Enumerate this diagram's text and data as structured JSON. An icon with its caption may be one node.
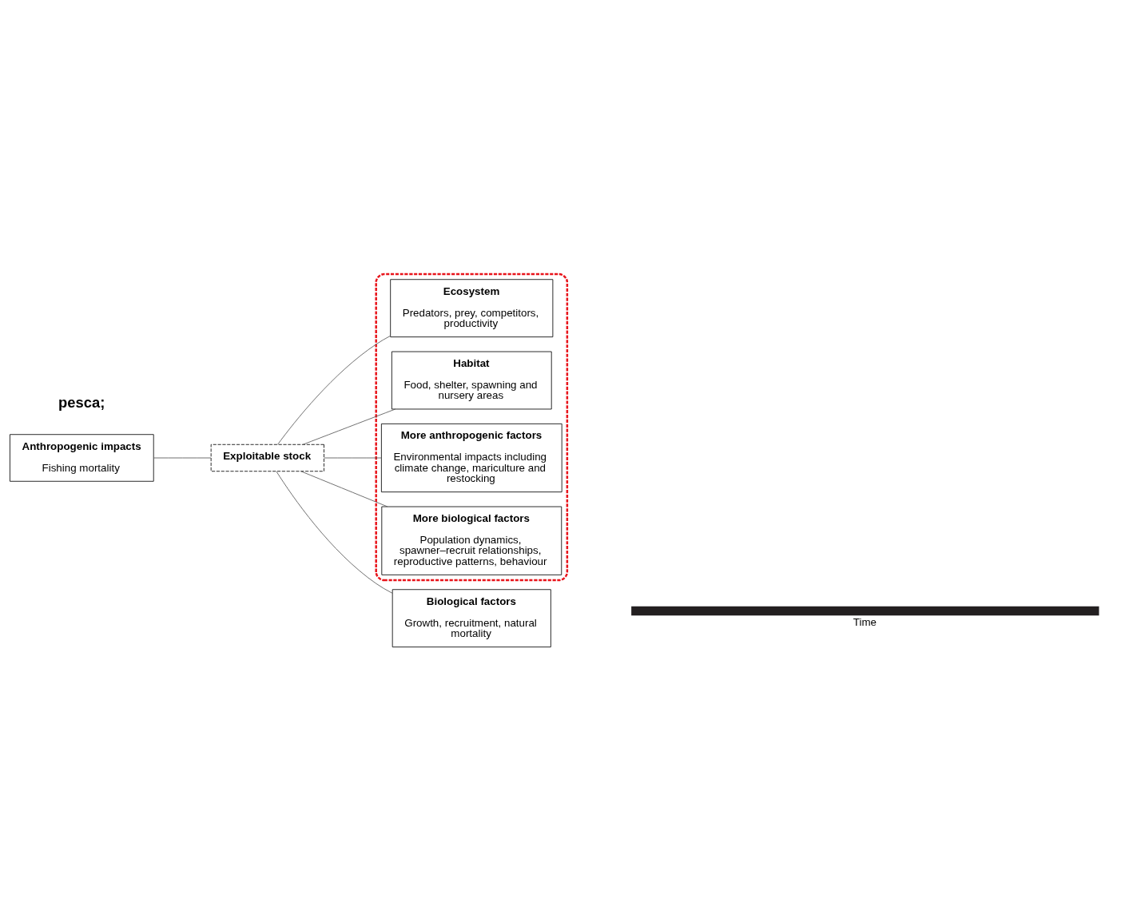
{
  "diagram": {
    "nodes": [
      {
        "text": [],
        "shape": "ellipse"
      },
      {
        "text": [
          "Ecosystem",
          "Predators, prey, competitors, productivity"
        ],
        "in": 0
      },
      {
        "text": [
          "Habitat",
          "Food, shelter, spawning and nursery areas"
        ],
        "in": 0
      },
      {
        "text": [
          "Anthropogenic impacts",
          "Fishing mortality"
        ]
      },
      {
        "text": [
          "Exploitable stock"
        ]
      },
      {
        "text": [
          "More anthropogenic factors",
          "Environmental impacts including climate change, mariculture and restocking"
        ],
        "in": 0
      },
      {
        "text": [
          "More biological factors",
          "Population dynamics, spawner–recruit relationships, reproductive patterns, behaviour"
        ],
        "in": 0
      },
      {
        "text": [
          "Biological factors",
          "Growth, recruitment, natural mortality"
        ]
      }
    ],
    "edges": [
      {
        "from": 3,
        "to": 4,
        "arrow": "none"
      },
      {
        "from": 4,
        "to": 1,
        "arrow": "none"
      },
      {
        "from": 4,
        "to": 2,
        "arrow": "none"
      },
      {
        "from": 4,
        "to": 5,
        "arrow": "none"
      },
      {
        "from": 4,
        "to": 6,
        "arrow": "none"
      },
      {
        "from": 4,
        "to": 7,
        "arrow": "none"
      }
    ],
    "labels": [
      "pesca;",
      "Time"
    ]
  }
}
